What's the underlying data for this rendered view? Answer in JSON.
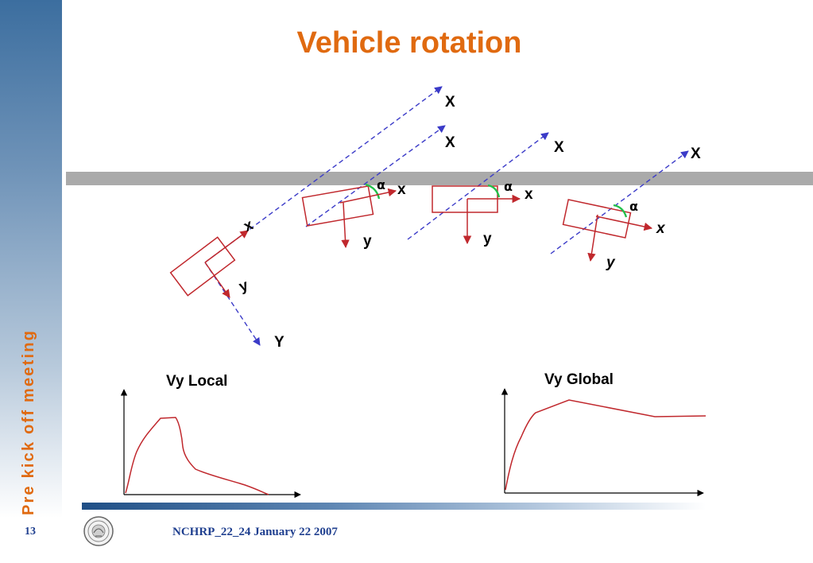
{
  "slide": {
    "title": "Vehicle rotation",
    "side_title": "Pre kick off meeting",
    "page_number": "13",
    "footer": "NCHRP_22_24 January 22 2007",
    "logo_icon": "university-seal-icon"
  },
  "colors": {
    "title": "#e06a10",
    "vehicle": "#c0282d",
    "dashed_axis": "#3b3bc8",
    "alpha_arc": "#22c04a",
    "road": "#aaaaaa",
    "sidebar_top": "#3c6e9f",
    "footer_text": "#1f3f8f"
  },
  "diagram": {
    "global_x_label": "X",
    "global_y_label": "Y",
    "local_x_label": "x",
    "local_y_label": "y",
    "angle_label": "α"
  },
  "chart_data": [
    {
      "type": "line",
      "title": "Vy Local",
      "xlabel": "",
      "ylabel": "",
      "series": [
        {
          "values": []
        }
      ]
    },
    {
      "type": "line",
      "title": "Vy Global",
      "xlabel": "",
      "ylabel": "",
      "series": [
        {
          "values": []
        }
      ]
    }
  ]
}
